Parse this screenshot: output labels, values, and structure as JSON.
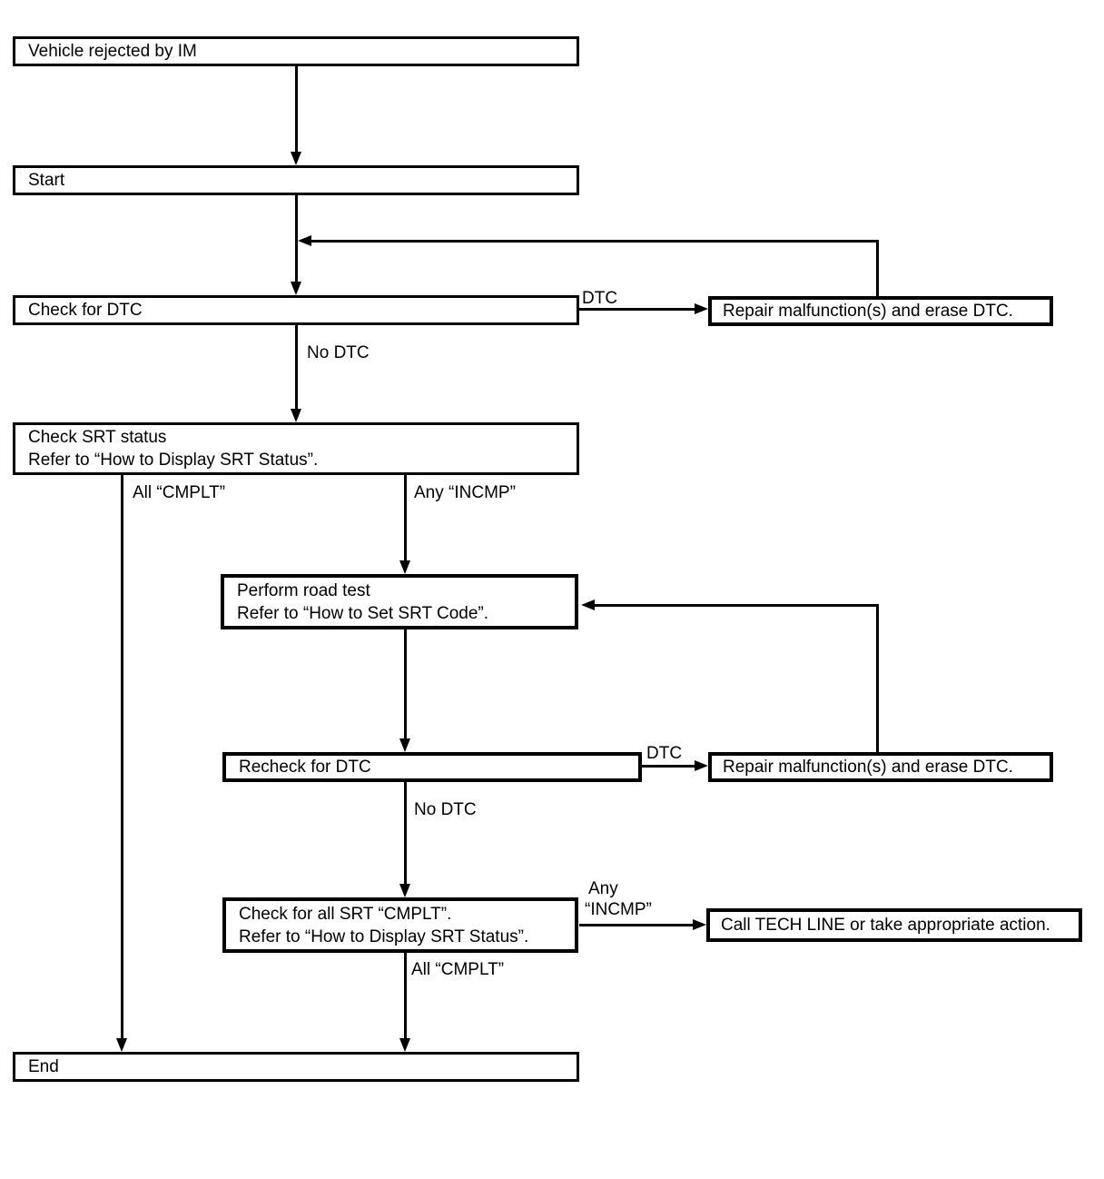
{
  "diagram": {
    "type": "flowchart",
    "colors": {
      "line": "#000000",
      "background": "#ffffff",
      "box_fill": "#ffffff"
    },
    "nodes": {
      "vehicle_rejected": {
        "label": "Vehicle rejected by IM"
      },
      "start": {
        "label": "Start"
      },
      "check_dtc": {
        "label": "Check for DTC"
      },
      "repair_erase_dtc_1": {
        "label": "Repair malfunction(s) and erase DTC."
      },
      "check_srt_status": {
        "line1": "Check SRT status",
        "line2": "Refer to “How to Display SRT Status”."
      },
      "perform_road_test": {
        "line1": "Perform road test",
        "line2": "Refer to “How to Set SRT Code”."
      },
      "recheck_dtc": {
        "label": "Recheck for DTC"
      },
      "repair_erase_dtc_2": {
        "label": "Repair malfunction(s) and erase DTC."
      },
      "check_all_srt": {
        "line1": "Check for all SRT “CMPLT”.",
        "line2": "Refer to “How to Display SRT Status”."
      },
      "call_tech_line": {
        "label": "Call TECH LINE or take appropriate action."
      },
      "end": {
        "label": "End"
      }
    },
    "edge_labels": {
      "dtc_1": "DTC",
      "no_dtc_1": "No DTC",
      "all_cmplt_left": "All “CMPLT”",
      "any_incmp_right": "Any “INCMP”",
      "dtc_2": "DTC",
      "no_dtc_2": "No DTC",
      "any_incmp_2_line1": "Any",
      "any_incmp_2_line2": "“INCMP”",
      "all_cmplt_bottom": "All “CMPLT”"
    }
  }
}
